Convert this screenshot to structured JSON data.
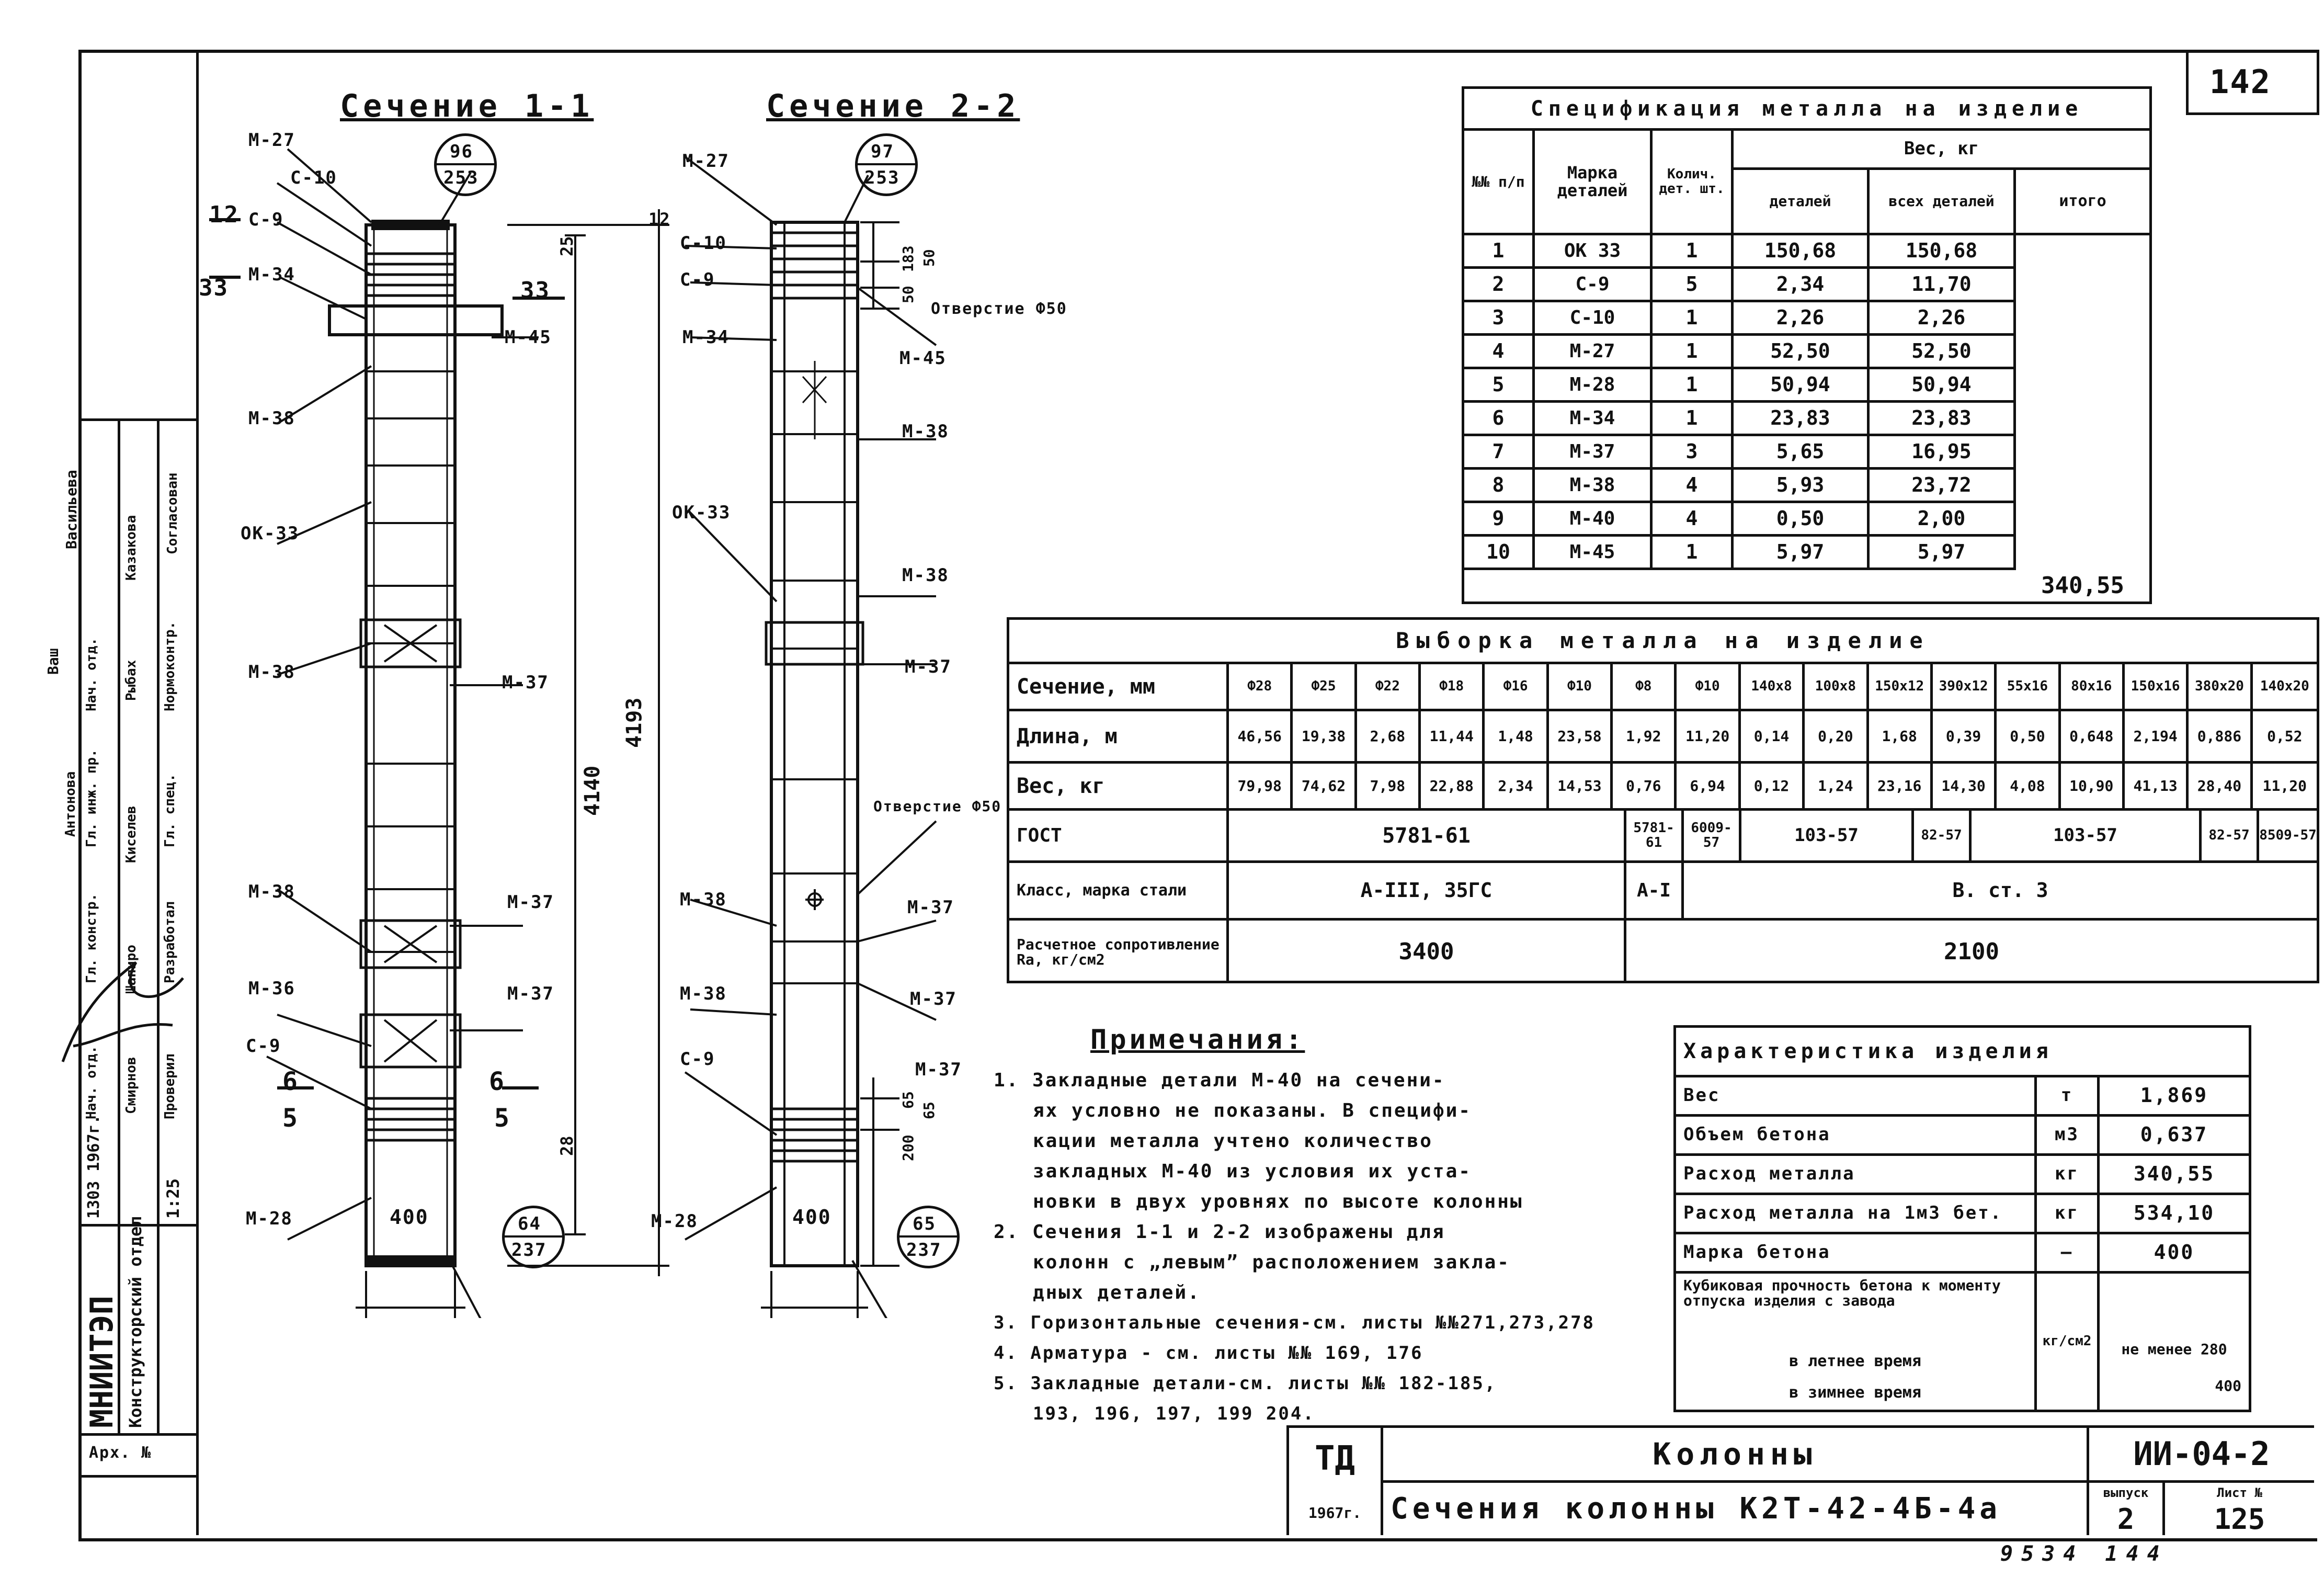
{
  "sheet_number": "142",
  "sections": [
    {
      "title": "Сечение 1-1",
      "bubble_top": [
        "96",
        "253"
      ],
      "bubble_bottom": [
        "64",
        "237"
      ],
      "width_label": "400",
      "labels_left": [
        "М-27",
        "С-10",
        "С-9",
        "М-34",
        "М-38",
        "ОК-33",
        "М-38",
        "М-38",
        "М-36",
        "С-9",
        "М-28"
      ],
      "labels_right": [
        "М-45",
        "М-37",
        "М-37",
        "М-37"
      ],
      "section_marks": [
        "12",
        "33",
        "33",
        "6",
        "5",
        "6",
        "5"
      ],
      "dims": [
        "25",
        "4140",
        "4193",
        "28"
      ]
    },
    {
      "title": "Сечение 2-2",
      "bubble_top": [
        "97",
        "253"
      ],
      "bubble_bottom": [
        "65",
        "237"
      ],
      "width_label": "400",
      "labels_left": [
        "М-27",
        "С-10",
        "С-9",
        "М-34",
        "ОК-33",
        "М-38",
        "М-38",
        "С-9",
        "М-28"
      ],
      "labels_right": [
        "М-45",
        "М-38",
        "М-38",
        "М-37",
        "М-37",
        "М-37",
        "М-37"
      ],
      "holes": [
        "Отверстие Ф50",
        "Отверстие Ф50"
      ],
      "dims": [
        "183",
        "50",
        "50",
        "12",
        "65",
        "65",
        "200"
      ]
    }
  ],
  "spec_table": {
    "title": "Спецификация металла на изделие",
    "headers": {
      "no": "№№ п/п",
      "mark": "Марка деталей",
      "qty": "Колич. дет. шт.",
      "weight": "Вес, кг",
      "detail": "деталей",
      "all": "всех деталей",
      "total": "итого"
    },
    "rows": [
      [
        "1",
        "ОК 33",
        "1",
        "150,68",
        "150,68"
      ],
      [
        "2",
        "С-9",
        "5",
        "2,34",
        "11,70"
      ],
      [
        "3",
        "С-10",
        "1",
        "2,26",
        "2,26"
      ],
      [
        "4",
        "М-27",
        "1",
        "52,50",
        "52,50"
      ],
      [
        "5",
        "М-28",
        "1",
        "50,94",
        "50,94"
      ],
      [
        "6",
        "М-34",
        "1",
        "23,83",
        "23,83"
      ],
      [
        "7",
        "М-37",
        "3",
        "5,65",
        "16,95"
      ],
      [
        "8",
        "М-38",
        "4",
        "5,93",
        "23,72"
      ],
      [
        "9",
        "М-40",
        "4",
        "0,50",
        "2,00"
      ],
      [
        "10",
        "М-45",
        "1",
        "5,97",
        "5,97"
      ]
    ],
    "total_value": "340,55"
  },
  "selection_table": {
    "title": "Выборка металла на изделие",
    "row_labels": {
      "section": "Сечение, мм",
      "length": "Длина, м",
      "weight": "Вес, кг"
    },
    "columns": [
      "Ф28",
      "Ф25",
      "Ф22",
      "Ф18",
      "Ф16",
      "Ф10",
      "Ф8",
      "Ф10",
      "140х8",
      "100х8",
      "150х12",
      "390х12",
      "55х16",
      "80х16",
      "150х16",
      "380х20",
      "140х20"
    ],
    "lengths": [
      "46,56",
      "19,38",
      "2,68",
      "11,44",
      "1,48",
      "23,58",
      "1,92",
      "11,20",
      "0,14",
      "0,20",
      "1,68",
      "0,39",
      "0,50",
      "0,648",
      "2,194",
      "0,886",
      "0,52"
    ],
    "weights": [
      "79,98",
      "74,62",
      "7,98",
      "22,88",
      "2,34",
      "14,53",
      "0,76",
      "6,94",
      "0,12",
      "1,24",
      "23,16",
      "14,30",
      "4,08",
      "10,90",
      "41,13",
      "28,40",
      "11,20"
    ],
    "gost_label": "ГОСТ",
    "gost_values": [
      "5781-61",
      "5781-61",
      "6009-57",
      "103-57",
      "82-57",
      "103-57",
      "82-57",
      "8509-57"
    ],
    "class_label": "Класс, марка стали",
    "class_values": [
      "А-III, 35ГС",
      "А-I",
      "В. ст. 3"
    ],
    "resistance_label": "Расчетное сопротивление Ra, кг/см2",
    "resistance_values": [
      "3400",
      "2100"
    ]
  },
  "notes": {
    "title": "Примечания:",
    "lines": [
      "1. Закладные детали М-40 на сечени-",
      "ях условно не показаны. В специфи-",
      "кации металла учтено количество",
      "закладных М-40 из условия их уста-",
      "новки в двух уровнях по высоте колонны",
      "2. Сечения 1-1 и 2-2 изображены для",
      "колонн с „левым” расположением закла-",
      "дных деталей.",
      "3. Горизонтальные сечения-см. листы №№271,273,278",
      "4. Арматура - см. листы №№ 169, 176",
      "5. Закладные детали-см. листы №№ 182-185,",
      "193, 196, 197, 199 204."
    ]
  },
  "characteristics": {
    "title": "Характеристика изделия",
    "rows": [
      [
        "Вес",
        "т",
        "1,869"
      ],
      [
        "Объем бетона",
        "м3",
        "0,637"
      ],
      [
        "Расход металла",
        "кг",
        "340,55"
      ],
      [
        "Расход металла на 1м3 бет.",
        "кг",
        "534,10"
      ],
      [
        "Марка бетона",
        "—",
        "400"
      ]
    ],
    "strength_label": "Кубиковая прочность бетона к моменту отпуска изделия с завода",
    "summer_label": "в летнее время",
    "winter_label": "в зимнее время",
    "strength_unit": "кг/см2",
    "strength_value_summer": "не менее 280",
    "strength_value_winter": "400"
  },
  "title_block": {
    "stamp": "ТД",
    "year": "1967г.",
    "title": "Колонны",
    "subtitle": "Сечения колонны К2Т-42-4Б-4а",
    "code": "ИИ-04-2",
    "issue_label": "выпуск",
    "issue": "2",
    "sheet_label": "Лист №",
    "sheet": "125",
    "archive_numbers": "9534 144"
  },
  "side_stamp": {
    "org": "МНИИТЭП",
    "dept": "Конструкторский отдел",
    "year_label": "1303 1967г.",
    "scale": "1:25",
    "arch": "Арх. №",
    "roles": [
      "Нач. отд.",
      "Гл. констр.",
      "Гл. инж. пр.",
      "Нач. отд.",
      "Проверил",
      "Разработал",
      "Гл. спец.",
      "Нормоконтр."
    ],
    "names": [
      "Ваш",
      "Васильева",
      "Казакова",
      "Рыбах",
      "Шапиро",
      "Смирнов",
      "Киселев",
      "Антонова"
    ],
    "note": "Согласован"
  }
}
